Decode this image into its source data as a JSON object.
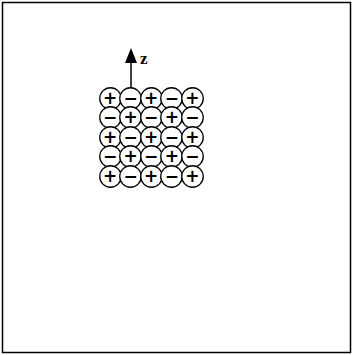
{
  "diagram": {
    "nodes": [
      {
        "text": [
          "+"
        ]
      },
      {
        "text": [
          "−"
        ]
      },
      {
        "text": [
          "+"
        ]
      },
      {
        "text": [
          "−"
        ]
      },
      {
        "text": [
          "+"
        ]
      },
      {
        "text": [
          "−"
        ]
      },
      {
        "text": [
          "+"
        ]
      },
      {
        "text": [
          "−"
        ]
      },
      {
        "text": [
          "+"
        ]
      },
      {
        "text": [
          "−"
        ]
      },
      {
        "text": [
          "+"
        ]
      },
      {
        "text": [
          "−"
        ]
      },
      {
        "text": [
          "+"
        ]
      },
      {
        "text": [
          "−"
        ]
      },
      {
        "text": [
          "+"
        ]
      },
      {
        "text": [
          "−"
        ]
      },
      {
        "text": [
          "+"
        ]
      },
      {
        "text": [
          "−"
        ]
      },
      {
        "text": [
          "+"
        ]
      },
      {
        "text": [
          "−"
        ]
      },
      {
        "text": [
          "+"
        ]
      },
      {
        "text": [
          "−"
        ]
      },
      {
        "text": [
          "+"
        ]
      },
      {
        "text": [
          "−"
        ]
      },
      {
        "text": [
          "+"
        ]
      }
    ],
    "labels": [
      "z"
    ]
  }
}
